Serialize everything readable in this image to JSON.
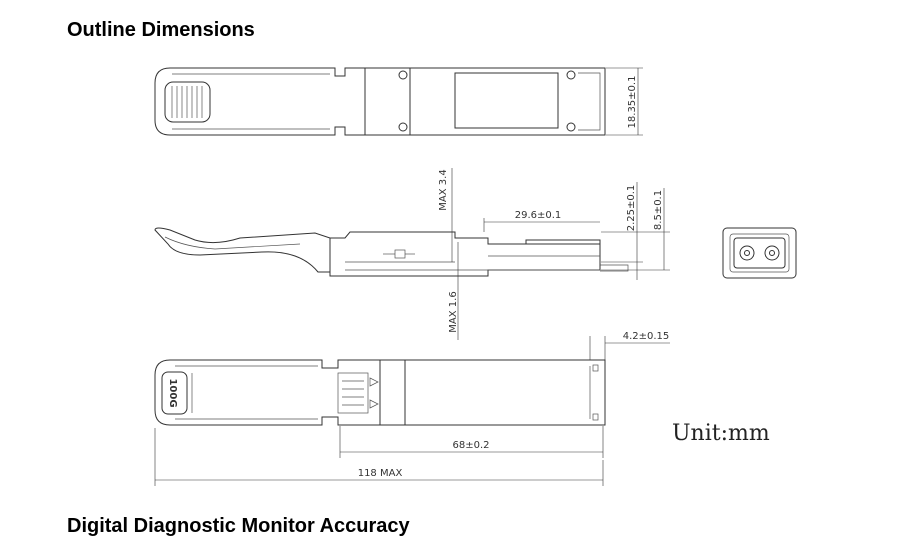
{
  "headings": {
    "outline": "Outline Dimensions",
    "ddm": "Digital Diagnostic Monitor Accuracy"
  },
  "dimensions": {
    "height_top": "18.35±0.1",
    "max_34": "MAX 3.4",
    "len_296": "29.6±0.1",
    "d_225": "2.25±0.1",
    "d_85": "8.5±0.1",
    "max_16": "MAX 1.6",
    "d_42": "4.2±0.15",
    "len_68": "68±0.2",
    "len_118": "118 MAX"
  },
  "unit_label": "Unit:mm",
  "pull_tab_text": "100G"
}
